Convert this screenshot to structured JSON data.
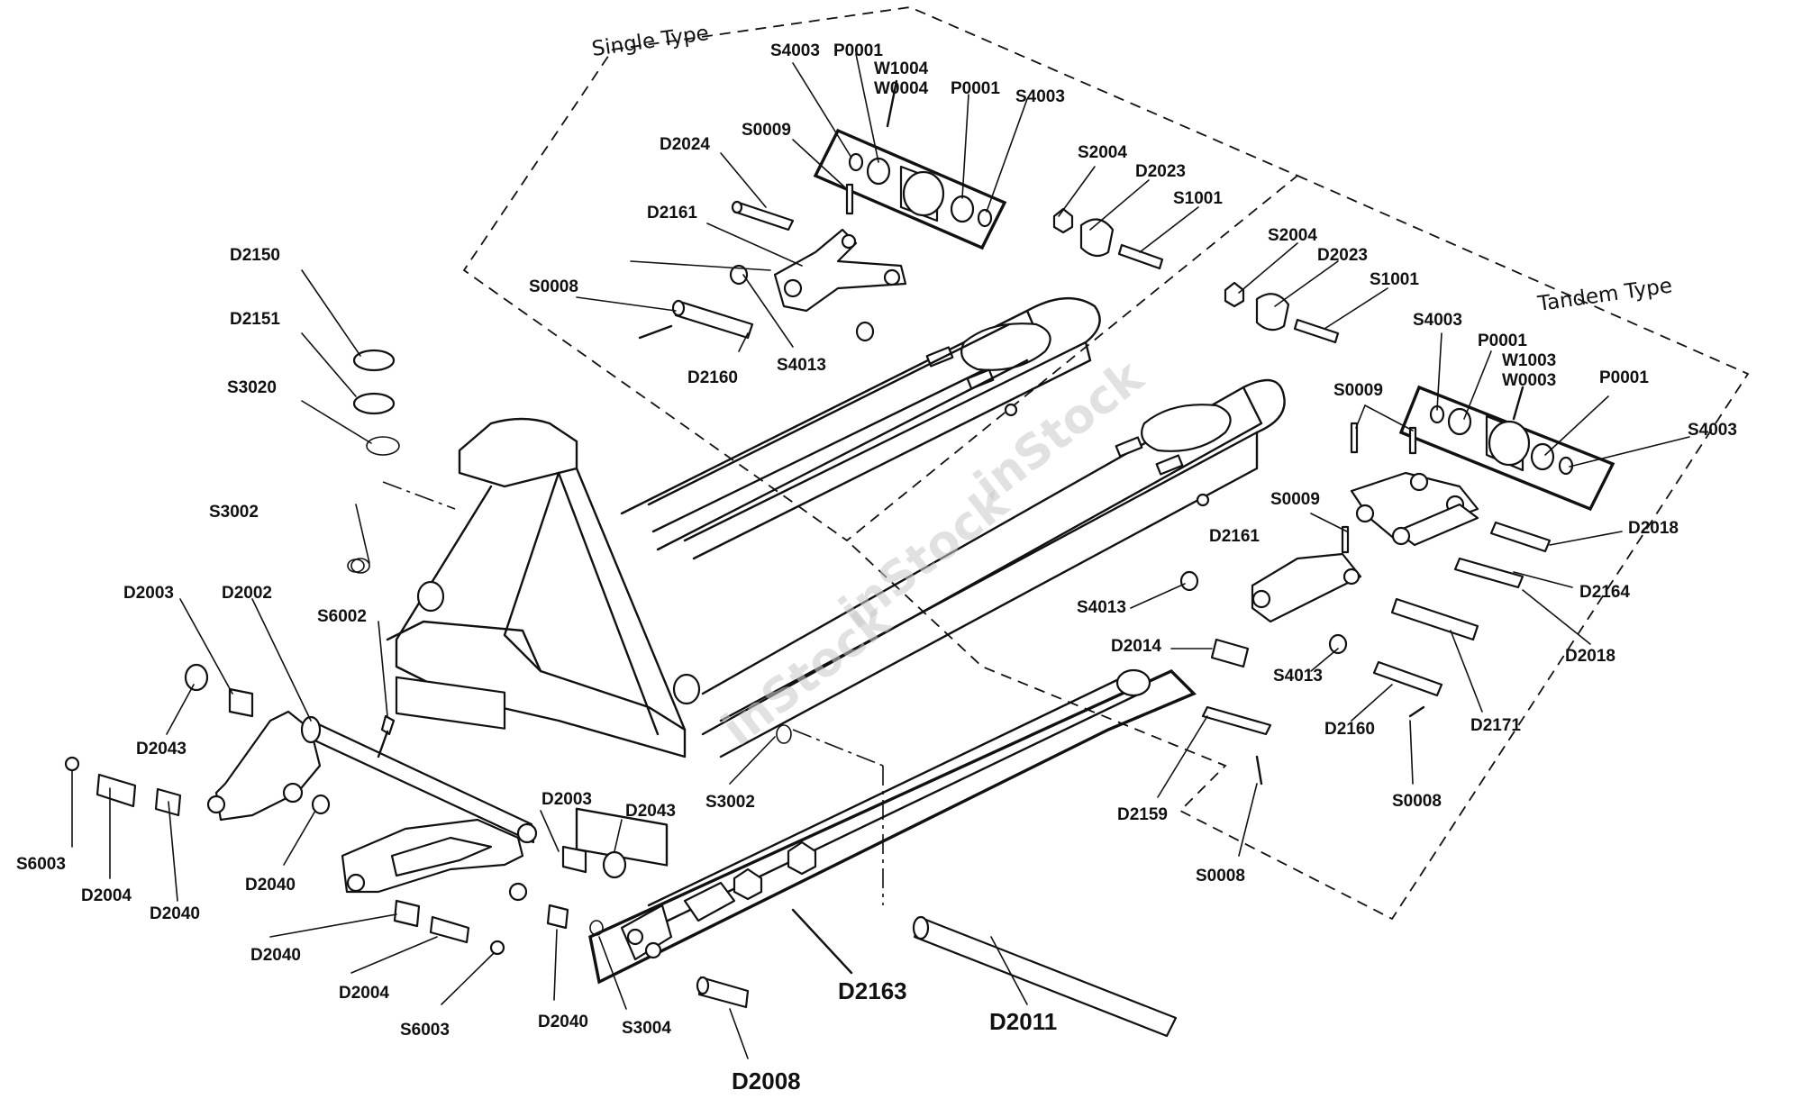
{
  "headers": {
    "single": "Single Type",
    "tandem": "Tandem Type"
  },
  "watermark": "inStock",
  "labels": {
    "s4003_a": "S4003",
    "p0001_a": "P0001",
    "w1004": "W1004",
    "w0004": "W0004",
    "p0001_b": "P0001",
    "s4003_b": "S4003",
    "d2024": "D2024",
    "s0009_a": "S0009",
    "s2004_a": "S2004",
    "d2023_a": "D2023",
    "s1001_a": "S1001",
    "d2161_a": "D2161",
    "d2150": "D2150",
    "s0008_a": "S0008",
    "d2160_a": "D2160",
    "s4013_a": "S4013",
    "d2151": "D2151",
    "s2004_b": "S2004",
    "d2023_b": "D2023",
    "s1001_b": "S1001",
    "s4003_c": "S4003",
    "p0001_c": "P0001",
    "w1003": "W1003",
    "w0003": "W0003",
    "p0001_d": "P0001",
    "s4003_d": "S4003",
    "s3020": "S3020",
    "s0009_b": "S0009",
    "s0009_c": "S0009",
    "d2018_a": "D2018",
    "s3002_a": "S3002",
    "d2161_b": "D2161",
    "d2164": "D2164",
    "d2003_a": "D2003",
    "d2002": "D2002",
    "s4013_b": "S4013",
    "s6002": "S6002",
    "d2014": "D2014",
    "d2018_b": "D2018",
    "s4013_c": "S4013",
    "d2043_a": "D2043",
    "d2160_b": "D2160",
    "d2171": "D2171",
    "s3002_b": "S3002",
    "d2003_b": "D2003",
    "s0008_b": "S0008",
    "d2043_b": "D2043",
    "d2159": "D2159",
    "s6003_a": "S6003",
    "d2004_a": "D2004",
    "d2040_a": "D2040",
    "d2040_b": "D2040",
    "s0008_c": "S0008",
    "d2040_c": "D2040",
    "d2004_b": "D2004",
    "d2163": "D2163",
    "d2040_d": "D2040",
    "d2011": "D2011",
    "s6003_b": "S6003",
    "s3004": "S3004",
    "d2008": "D2008"
  }
}
